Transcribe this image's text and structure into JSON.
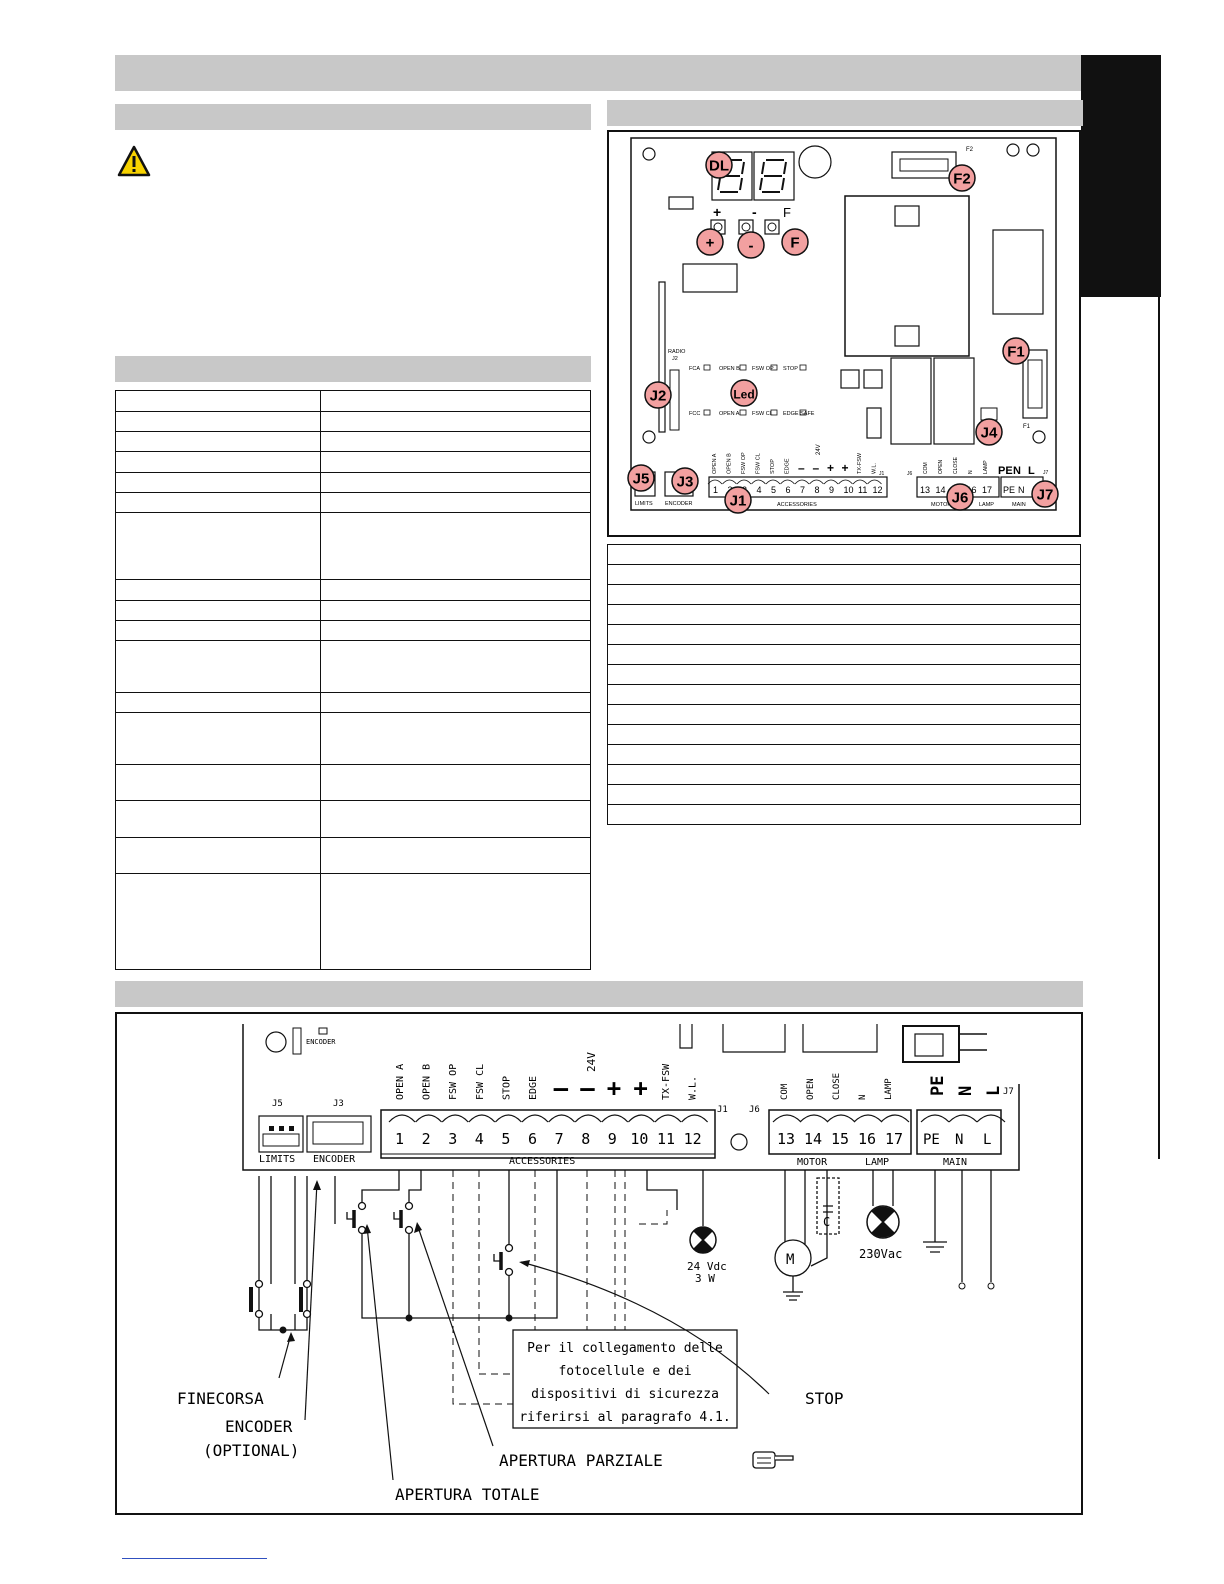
{
  "board": {
    "callouts": [
      "DL",
      "F2",
      "+",
      "-",
      "F",
      "F1",
      "J2",
      "Led",
      "J4",
      "J5",
      "J3",
      "J1",
      "J6",
      "J7"
    ],
    "buttons": [
      "+",
      "-",
      "F"
    ],
    "fuse_labels": {
      "f2": "F2",
      "f1": "F1"
    },
    "radio_label": "RADIO",
    "radio_connector": "J2",
    "leds_top": [
      "FCA",
      "OPEN B",
      "FSW OP",
      "STOP"
    ],
    "leds_bottom": [
      "FCC",
      "OPEN A",
      "FSW CL",
      "EDGE SAFE"
    ],
    "terminals_top": [
      "OPEN A",
      "OPEN B",
      "FSW OP",
      "FSW CL",
      "STOP",
      "EDGE",
      "–",
      "–",
      "+",
      "+",
      "TX-FSW",
      "W.L."
    ],
    "v24": "24V",
    "j1_numbers": [
      "1",
      "2",
      "3",
      "4",
      "5",
      "6",
      "7",
      "8",
      "9",
      "10",
      "11",
      "12"
    ],
    "j6_labels": [
      "COM",
      "OPEN",
      "CLOSE",
      "N",
      "LAMP"
    ],
    "j6_numbers": [
      "13",
      "14",
      "15",
      "16",
      "17"
    ],
    "j7_labels": [
      "PE",
      "N",
      "L"
    ],
    "j7_numbers": [
      "PE",
      "N",
      "L"
    ],
    "bottom_labels": [
      "LIMITS",
      "ENCODER",
      "ACCESSORIES",
      "MOTOR",
      "LAMP",
      "MAIN"
    ],
    "j_small": [
      "J1",
      "J6",
      "J7"
    ]
  },
  "wiring": {
    "encoder_small": "ENCODER",
    "j5": "J5",
    "j3": "J3",
    "j1": "J1",
    "j6": "J6",
    "j7": "J7",
    "v24": "24V",
    "terminals_top": [
      "OPEN A",
      "OPEN B",
      "FSW OP",
      "FSW CL",
      "STOP",
      "EDGE",
      "–",
      "–",
      "+",
      "+",
      "TX-FSW",
      "W.L."
    ],
    "j1_numbers": [
      "1",
      "2",
      "3",
      "4",
      "5",
      "6",
      "7",
      "8",
      "9",
      "10",
      "11",
      "12"
    ],
    "j6_labels": [
      "COM",
      "OPEN",
      "CLOSE",
      "N",
      "LAMP"
    ],
    "j6_numbers": [
      "13",
      "14",
      "15",
      "16",
      "17"
    ],
    "j7_top": [
      "PE",
      "N",
      "L"
    ],
    "j7_numbers": [
      "PE",
      "N",
      "L"
    ],
    "limits": "LIMITS",
    "encoder": "ENCODER",
    "accessories": "ACCESSORIES",
    "motor": "MOTOR",
    "lamp": "LAMP",
    "main": "MAIN",
    "lamp_low": [
      "24 Vdc",
      "3 W"
    ],
    "motor_symbol": "M",
    "capacitor": "C",
    "lamp_high": "230Vac",
    "note": [
      "Per il collegamento delle",
      "fotocellule e dei",
      "dispositivi di sicurezza",
      "riferirsi al paragrafo 4.1."
    ],
    "finecorsa": "FINECORSA",
    "encoder_opt": [
      "ENCODER",
      "(OPTIONAL)"
    ],
    "apertura_parziale": "APERTURA PARZIALE",
    "apertura_totale": "APERTURA TOTALE",
    "stop": "STOP"
  },
  "colors": {
    "bar": "#c8c8c8",
    "callout": "#f2a0a0",
    "dark": "#111111"
  }
}
